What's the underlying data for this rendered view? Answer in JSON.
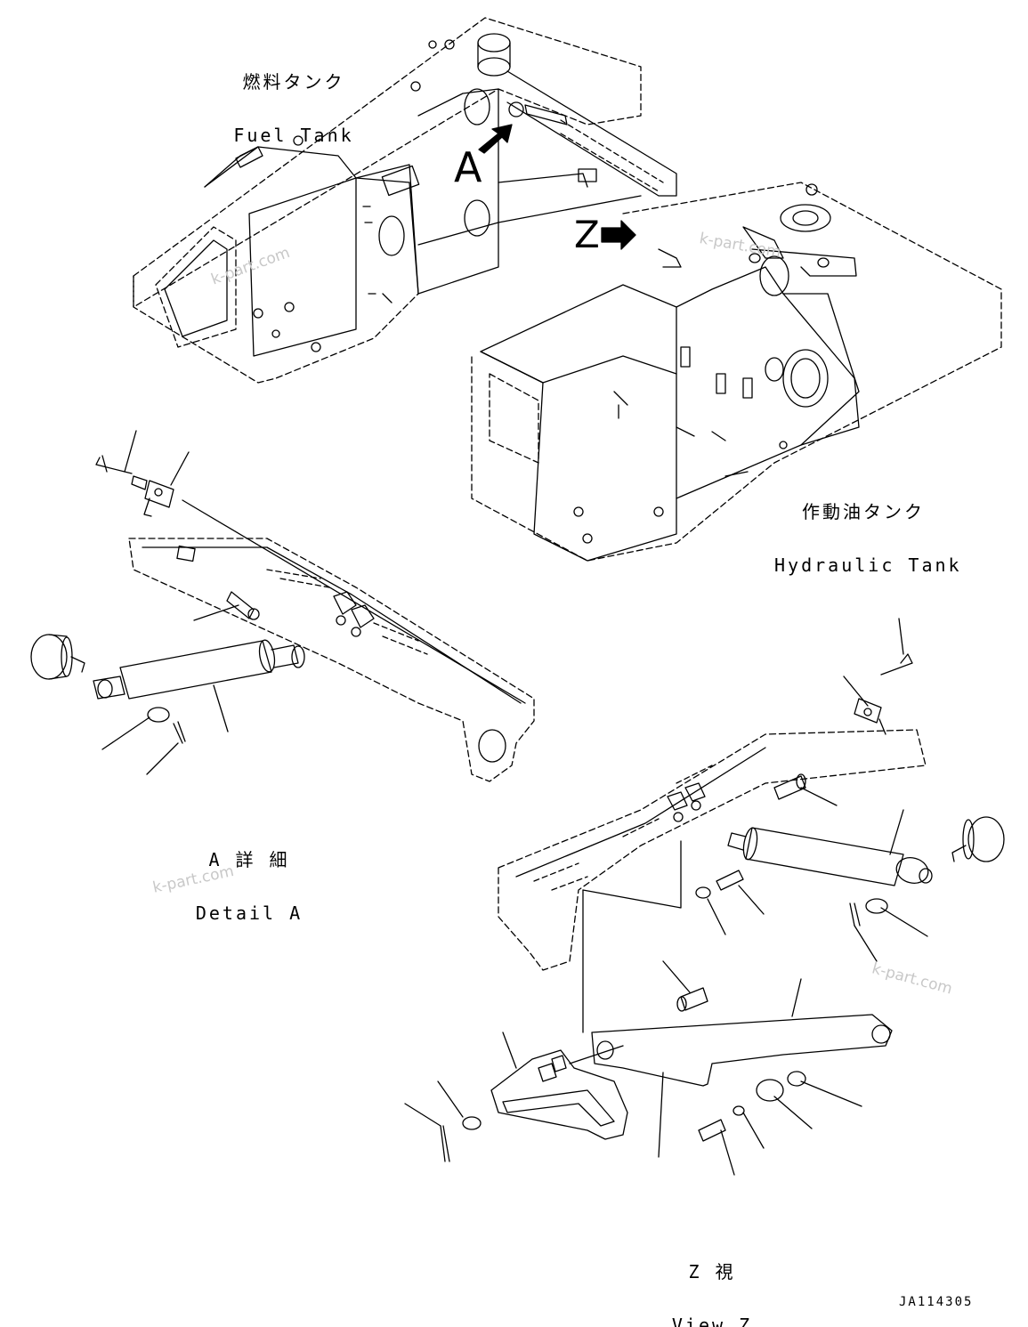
{
  "labels": {
    "fuel_tank": {
      "jp": "燃料タンク",
      "en": "Fuel Tank"
    },
    "hydraulic_tank": {
      "jp": "作動油タンク",
      "en": "Hydraulic Tank"
    },
    "detail_a": {
      "jp": "A 詳 細",
      "en": "Detail A"
    },
    "view_z": {
      "jp": "Z 視",
      "en": "View Z"
    }
  },
  "callouts": {
    "a": "A",
    "z": "Z"
  },
  "watermarks": [
    "k-part.com",
    "k-part.com",
    "k-part.com",
    "k-part.com"
  ],
  "drawing_code": "JA114305",
  "colors": {
    "line": "#000000",
    "watermark": "#c8c8c8",
    "background": "#ffffff"
  }
}
